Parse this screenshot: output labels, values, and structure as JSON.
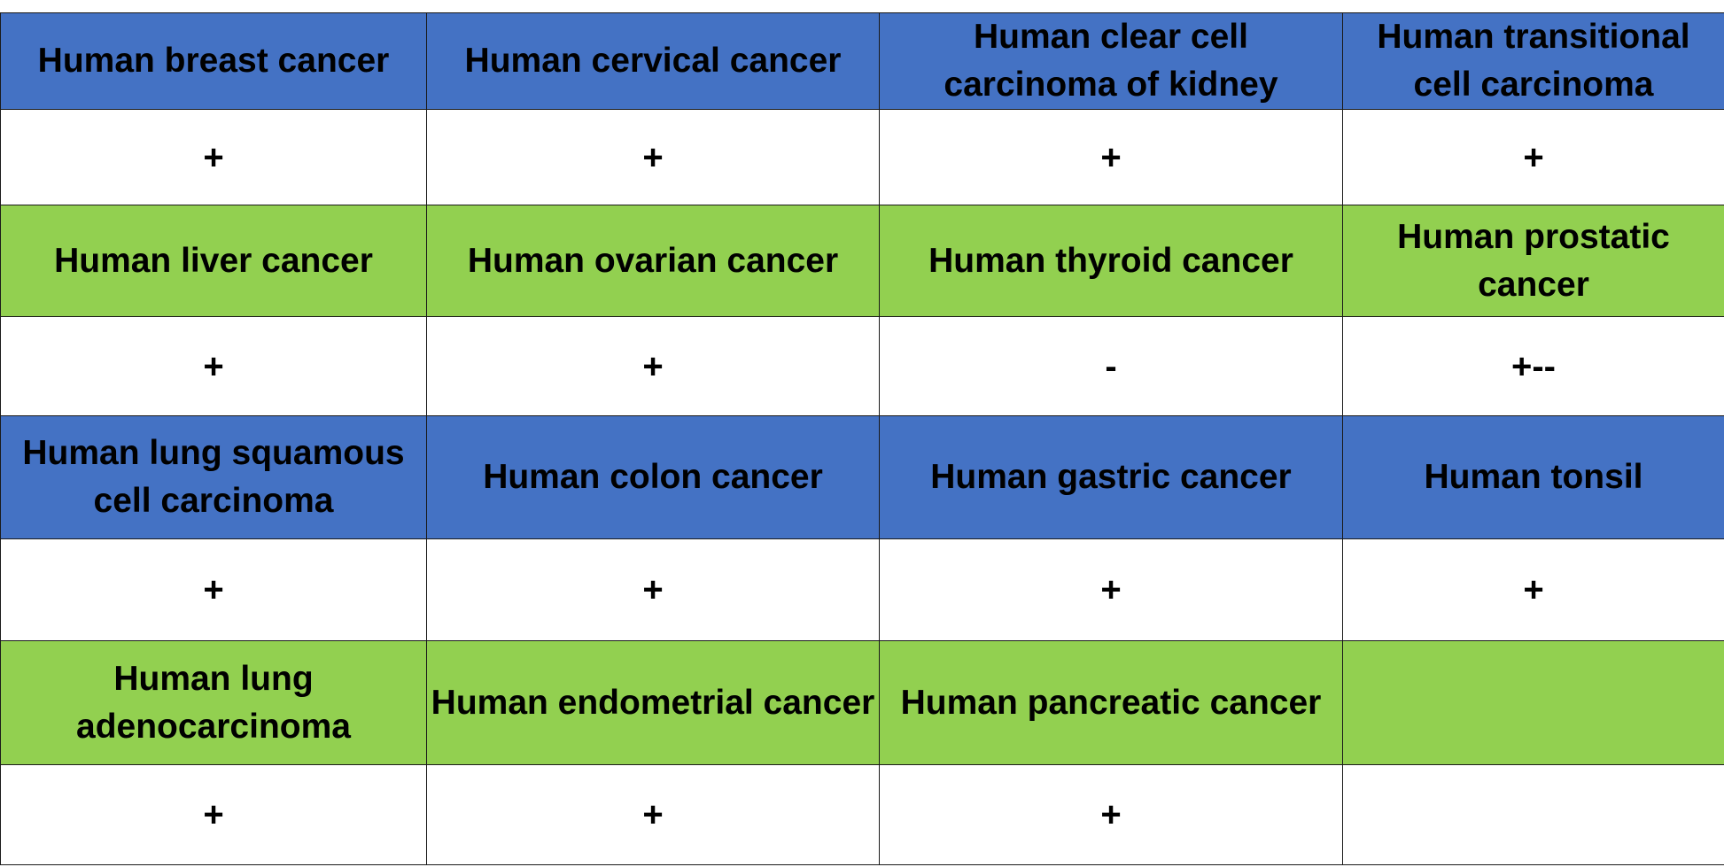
{
  "colors": {
    "blue_row": "#4472c4",
    "green_row": "#92d050",
    "value_row": "#ffffff",
    "border": "#1a1a1a"
  },
  "table": {
    "rows": [
      {
        "type": "label",
        "color": "blue",
        "cells": [
          "Human breast cancer",
          "Human cervical cancer",
          "Human clear cell carcinoma of kidney",
          "Human transitional cell carcinoma"
        ]
      },
      {
        "type": "value",
        "cells": [
          "+",
          "+",
          "+",
          "+"
        ]
      },
      {
        "type": "label",
        "color": "green",
        "cells": [
          "Human liver cancer",
          "Human ovarian cancer",
          "Human thyroid cancer",
          "Human prostatic cancer"
        ]
      },
      {
        "type": "value",
        "cells": [
          "+",
          "+",
          "-",
          "+--"
        ]
      },
      {
        "type": "label",
        "color": "blue",
        "cells": [
          "Human lung squamous cell carcinoma",
          "Human colon cancer",
          "Human gastric cancer",
          "Human tonsil"
        ]
      },
      {
        "type": "value",
        "cells": [
          "+",
          "+",
          "+",
          "+"
        ]
      },
      {
        "type": "label",
        "color": "green",
        "cells": [
          "Human lung adenocarcinoma",
          "Human endometrial cancer",
          "Human pancreatic cancer",
          ""
        ]
      },
      {
        "type": "value",
        "cells": [
          "+",
          "+",
          "+",
          ""
        ]
      }
    ]
  }
}
